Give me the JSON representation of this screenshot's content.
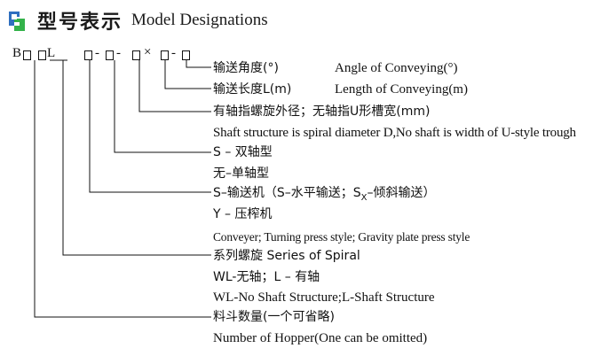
{
  "header": {
    "title_cn": "型号表示",
    "title_en": "Model Designations",
    "logo_icon": "chain-link-logo",
    "logo_colors": [
      "#2f6fbf",
      "#33b24a"
    ]
  },
  "code": {
    "b": "B",
    "l": "L",
    "dash": "-",
    "times": "×"
  },
  "items": {
    "angle_cn": "输送角度(°)",
    "angle_en": "Angle of Conveying(°)",
    "length_cn": "输送长度L(m)",
    "length_en": "Length of Conveying(m)",
    "diameter_cn": "有轴指螺旋外径；无轴指U形槽宽(mm)",
    "diameter_en": "Shaft structure is spiral diameter D,No shaft is width of U-style trough",
    "s_double": "S – 双轴型",
    "single": "无–单轴型",
    "conveyor_cn_a": "S–输送机（S–水平输送；S",
    "conveyor_sub": "X",
    "conveyor_cn_b": "–倾斜输送）",
    "press": "Y – 压榨机",
    "conveyor_en": "Conveyer; Turning press style; Gravity plate press style",
    "series": "系列螺旋 Series of Spiral",
    "shaft_cn": "WL-无轴；L – 有轴",
    "shaft_en": "WL-No Shaft Structure;L-Shaft Structure",
    "hopper_cn": "料斗数量(一个可省略)",
    "hopper_en": "Number of Hopper(One can be omitted)"
  }
}
